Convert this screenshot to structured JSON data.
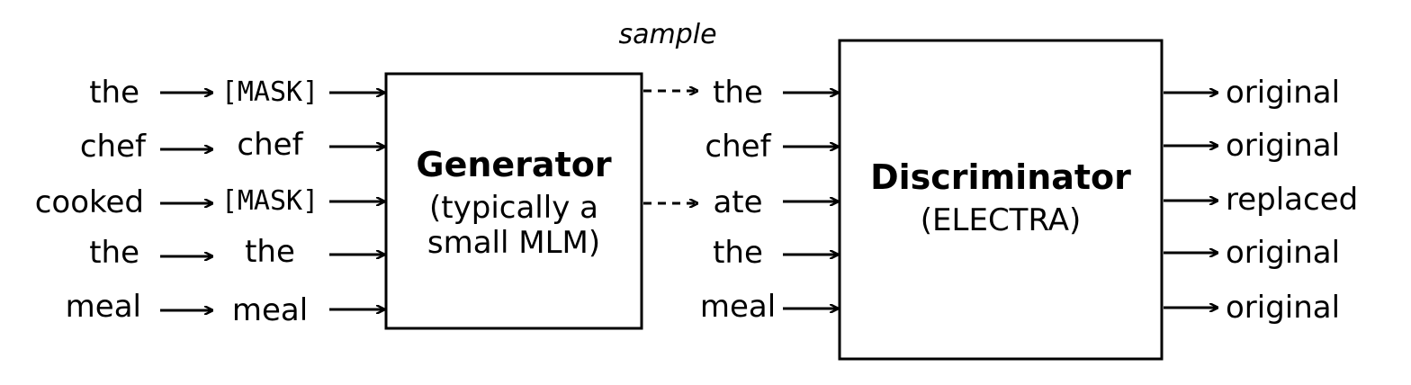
{
  "input_tokens": [
    "the",
    "chef",
    "cooked",
    "the",
    "meal"
  ],
  "masked_tokens": [
    "[MASK]",
    "chef",
    "[MASK]",
    "the",
    "meal"
  ],
  "generator": {
    "title": "Generator",
    "subtitle_line1": "(typically a",
    "subtitle_line2": "small MLM)"
  },
  "sample_label": "sample",
  "sampled_tokens": [
    "the",
    "chef",
    "ate",
    "the",
    "meal"
  ],
  "discriminator": {
    "title": "Discriminator",
    "subtitle": "(ELECTRA)"
  },
  "outputs": [
    "original",
    "original",
    "replaced",
    "original",
    "original"
  ]
}
